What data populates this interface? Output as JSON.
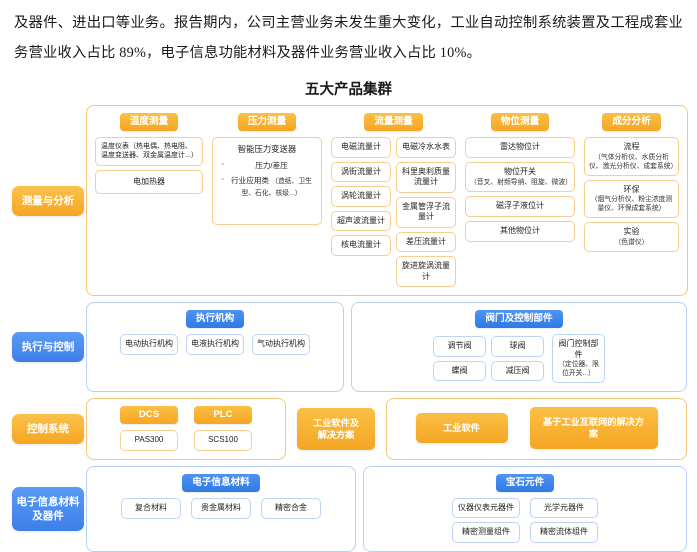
{
  "document": {
    "paragraph": "及器件、进出口等业务。报告期内，公司主营业务未发生重大变化，工业自动控制系统装置及工程成套业务营业收入占比 89%，电子信息功能材料及器件业务营业收入占比 10%。",
    "figure_title": "五大产品集群"
  },
  "colors": {
    "orange": "#f5a623",
    "orange_light": "#fbbf45",
    "blue": "#2f7ae5",
    "blue_light": "#4f93f3",
    "panel_border_orange": "#f3c77a",
    "panel_border_blue": "#b6d0f5"
  },
  "rows": [
    {
      "label": "测量与分析",
      "theme": "orange",
      "groups": [
        {
          "chip": "温度测量",
          "items": [
            "温度仪表（热电偶、热电阻、温度变送器、双金属温度计...）",
            "电加热器"
          ]
        },
        {
          "chip": "压力测量",
          "title": "智能压力变送器",
          "bullets": [
            {
              "text": "压力/差压",
              "sub": ""
            },
            {
              "text": "行业应用类",
              "sub": "（造纸、卫生型、石化、核级...）"
            }
          ]
        },
        {
          "chip": "流量测量",
          "col_left": [
            "电磁流量计",
            "涡街流量计",
            "涡轮流量计",
            "超声波流量计",
            "核电流量计"
          ],
          "col_right": [
            "电磁冷水水表",
            "科里奥利质量流量计",
            "金属管浮子流量计",
            "差压流量计",
            "旋进旋涡流量计"
          ]
        },
        {
          "chip": "物位测量",
          "items": [
            {
              "main": "雷达物位计",
              "sub": ""
            },
            {
              "main": "物位开关",
              "sub": "（音叉、射频导纳、阻旋、微波）"
            },
            {
              "main": "磁浮子液位计",
              "sub": ""
            },
            {
              "main": "其他物位计",
              "sub": ""
            }
          ]
        },
        {
          "chip": "成分分析",
          "items": [
            {
              "main": "流程",
              "sub": "（气体分析仪、水质分析仪、激光分析仪、成套系统）"
            },
            {
              "main": "环保",
              "sub": "（烟气分析仪、粉尘浓度测量仪、环保成套系统）"
            },
            {
              "main": "实验",
              "sub": "（色谱仪）"
            }
          ]
        }
      ]
    },
    {
      "label": "执行与控制",
      "theme": "blue",
      "actuator": {
        "chip": "执行机构",
        "items": [
          "电动执行机构",
          "电液执行机构",
          "气动执行机构"
        ]
      },
      "valve": {
        "chip": "阀门及控制部件",
        "grid": [
          "调节阀",
          "球阀",
          "蝶阀",
          "减压阀"
        ],
        "extra": {
          "main": "阀门控制部件",
          "sub": "（定位器、限位开关...）"
        }
      }
    },
    {
      "label": "控制系统",
      "theme": "orange",
      "control": [
        {
          "chip": "DCS",
          "item": "PAS300"
        },
        {
          "chip": "PLC",
          "item": "SCS100"
        }
      ],
      "software_label": "工业软件及解决方案",
      "software_items": [
        "工业软件",
        "基于工业互联网的解决方案"
      ]
    },
    {
      "label": "电子信息材料及器件",
      "theme": "blue",
      "materials": {
        "chip": "电子信息材料",
        "items": [
          "复合材料",
          "贵金属材料",
          "精密合金"
        ]
      },
      "gem": {
        "chip": "宝石元件",
        "grid": [
          "仪器仪表元器件",
          "光学元器件",
          "精密测量组件",
          "精密流体组件"
        ]
      }
    }
  ]
}
